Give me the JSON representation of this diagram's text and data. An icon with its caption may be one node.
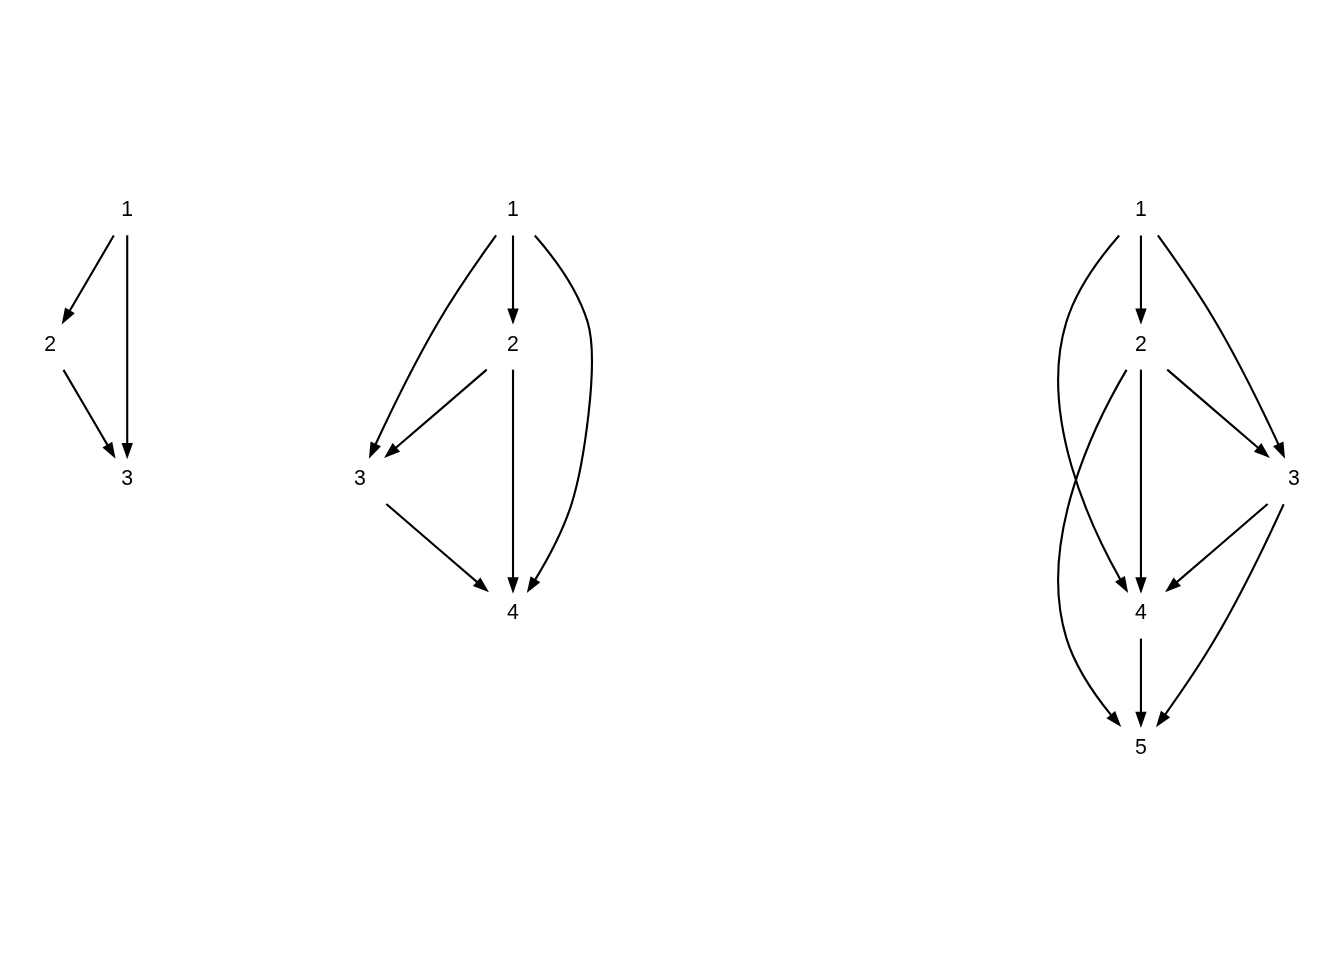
{
  "diagram": {
    "nodes": [
      {
        "text": [
          "1"
        ]
      },
      {
        "text": [
          "2"
        ]
      },
      {
        "text": [
          "3"
        ]
      },
      {
        "text": [
          "1"
        ]
      },
      {
        "text": [
          "2"
        ]
      },
      {
        "text": [
          "3"
        ]
      },
      {
        "text": [
          "4"
        ]
      },
      {
        "text": [
          "1"
        ]
      },
      {
        "text": [
          "2"
        ]
      },
      {
        "text": [
          "3"
        ]
      },
      {
        "text": [
          "4"
        ]
      },
      {
        "text": [
          "5"
        ]
      }
    ],
    "edges": [
      {
        "from": 0,
        "to": 1,
        "arrow": "to"
      },
      {
        "from": 0,
        "to": 2,
        "arrow": "to"
      },
      {
        "from": 1,
        "to": 2,
        "arrow": "to"
      },
      {
        "from": 3,
        "to": 5,
        "arrow": "to"
      },
      {
        "from": 3,
        "to": 6,
        "arrow": "to"
      },
      {
        "from": 3,
        "to": 4,
        "arrow": "to"
      },
      {
        "from": 5,
        "to": 6,
        "arrow": "to"
      },
      {
        "from": 4,
        "to": 5,
        "arrow": "to"
      },
      {
        "from": 4,
        "to": 6,
        "arrow": "to"
      },
      {
        "from": 7,
        "to": 9,
        "arrow": "to"
      },
      {
        "from": 7,
        "to": 8,
        "arrow": "to"
      },
      {
        "from": 7,
        "to": 10,
        "arrow": "to"
      },
      {
        "from": 9,
        "to": 11,
        "arrow": "to"
      },
      {
        "from": 9,
        "to": 10,
        "arrow": "to"
      },
      {
        "from": 8,
        "to": 9,
        "arrow": "to"
      },
      {
        "from": 8,
        "to": 11,
        "arrow": "to"
      },
      {
        "from": 8,
        "to": 10,
        "arrow": "to"
      },
      {
        "from": 10,
        "to": 11,
        "arrow": "to"
      }
    ]
  }
}
